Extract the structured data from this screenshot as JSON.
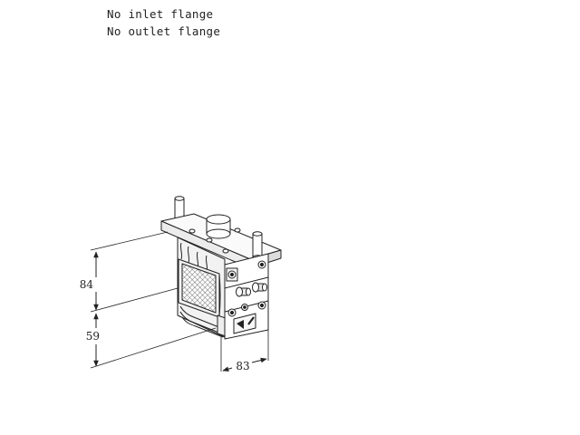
{
  "notes": [
    "No inlet flange",
    "No outlet flange"
  ],
  "dimensions": {
    "height_upper": "84",
    "height_lower": "59",
    "depth": "83"
  }
}
